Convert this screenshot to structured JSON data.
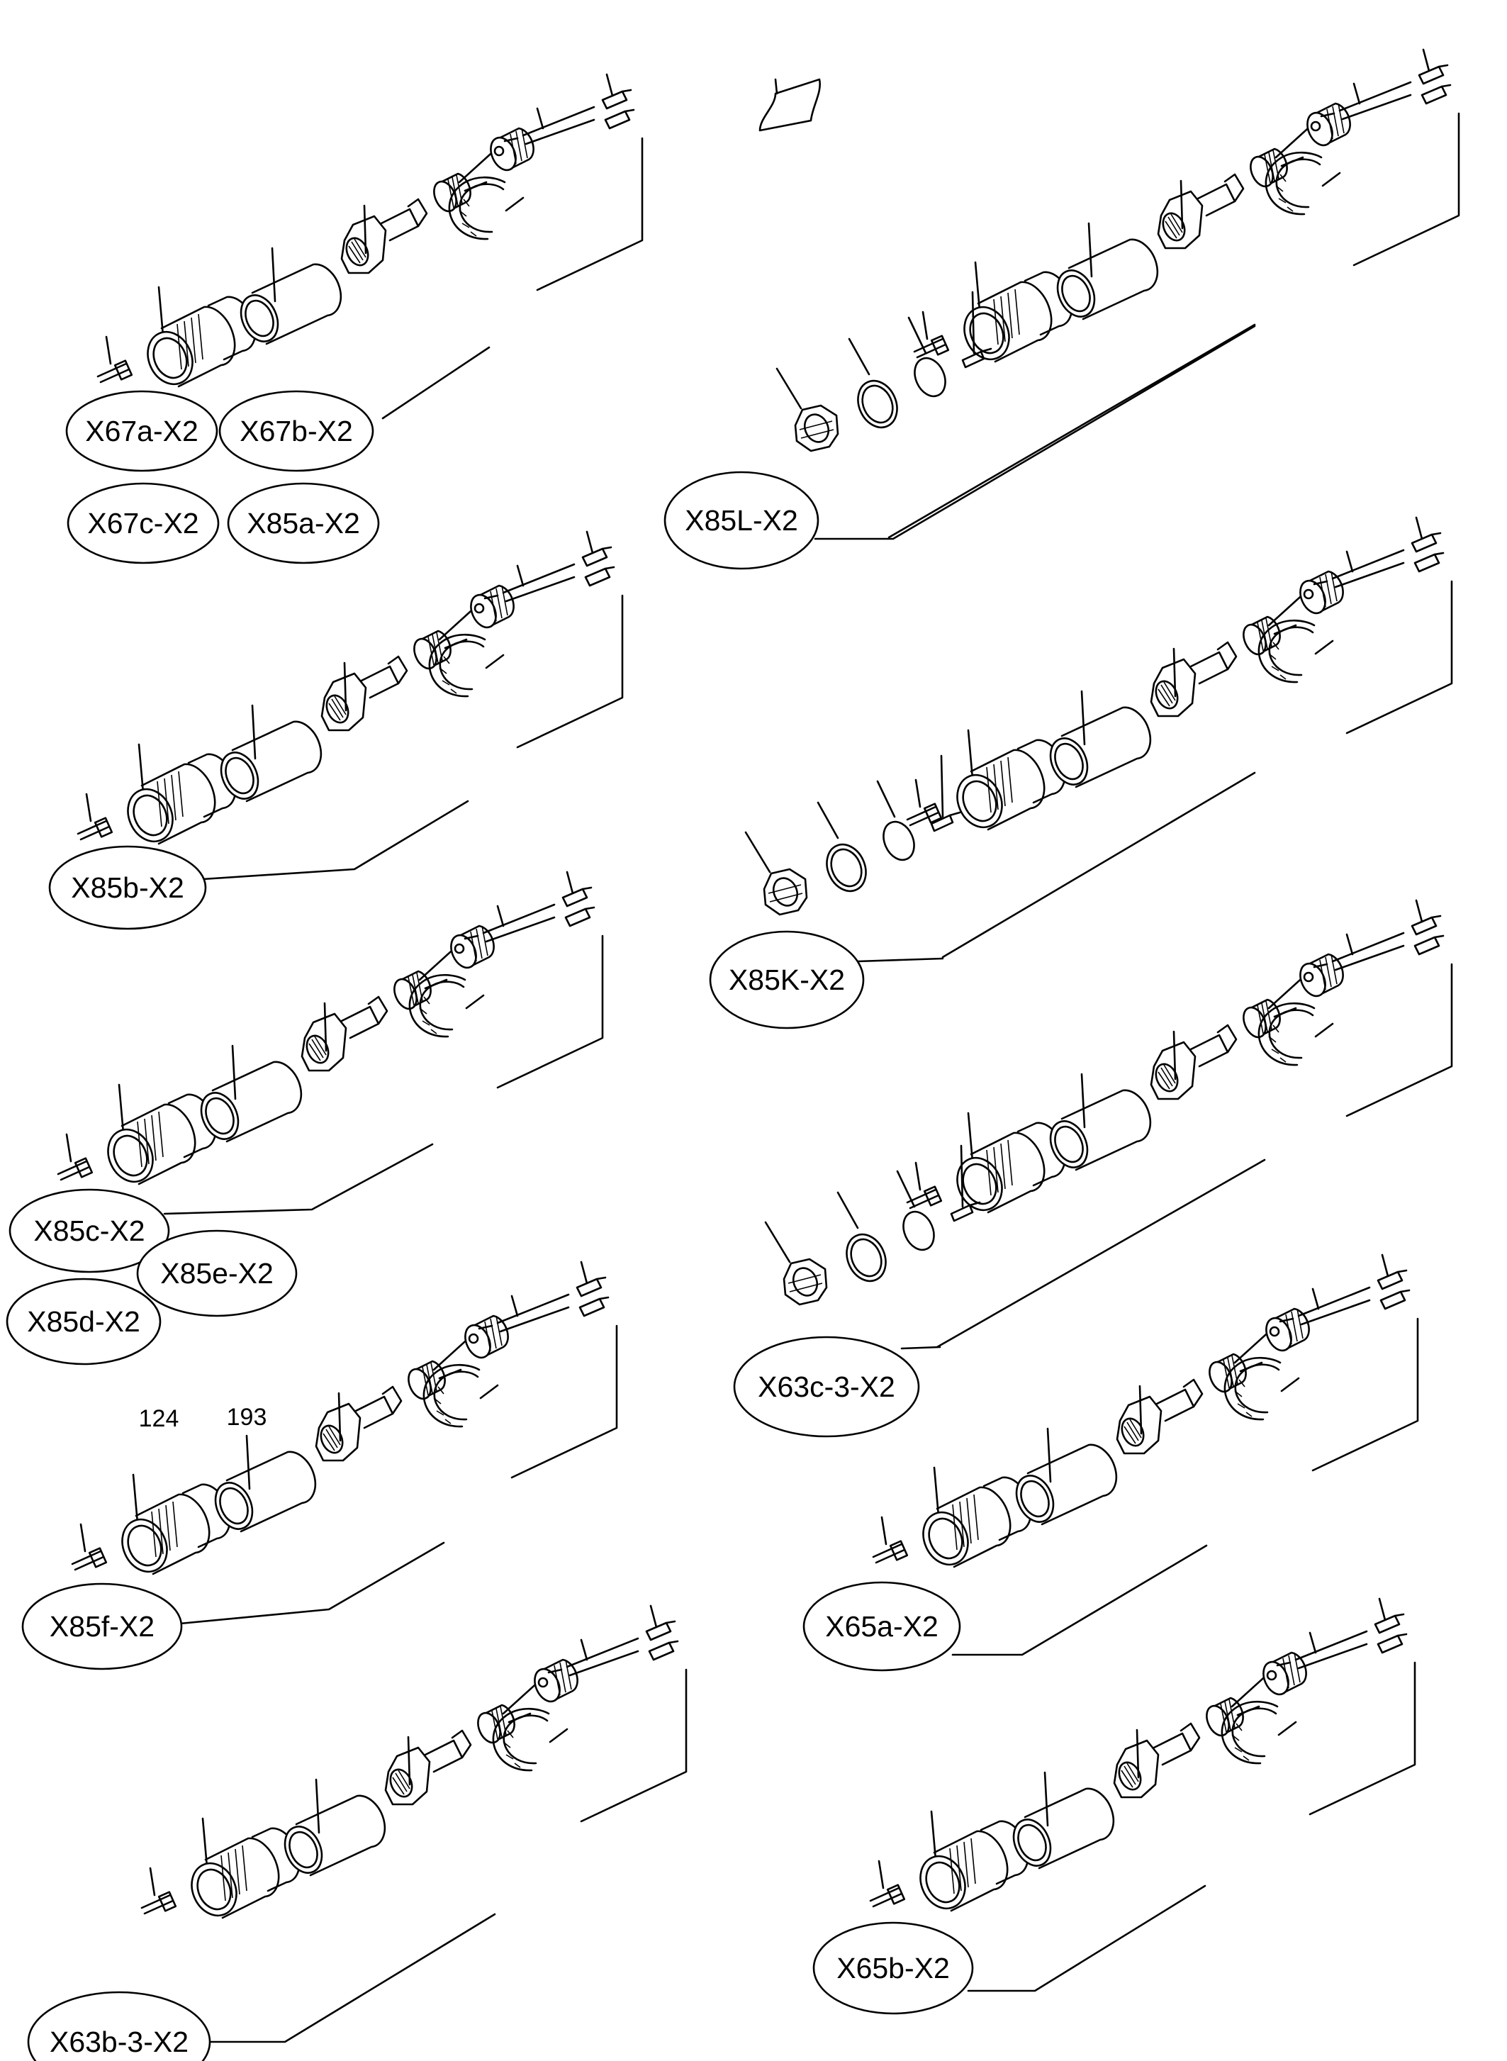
{
  "labels": {
    "x67a": "X67a-X2",
    "x67b": "X67b-X2",
    "x67c": "X67c-X2",
    "x85a": "X85a-X2",
    "x85l": "X85L-X2",
    "x85b": "X85b-X2",
    "x85k": "X85K-X2",
    "x85c": "X85c-X2",
    "x85e": "X85e-X2",
    "x85d": "X85d-X2",
    "x63c3": "X63c-3-X2",
    "x85f": "X85f-X2",
    "x65a": "X65a-X2",
    "x63b3": "X63b-3-X2",
    "x65b": "X65b-X2"
  },
  "part_numbers": {
    "p124": "124",
    "p193": "193"
  }
}
